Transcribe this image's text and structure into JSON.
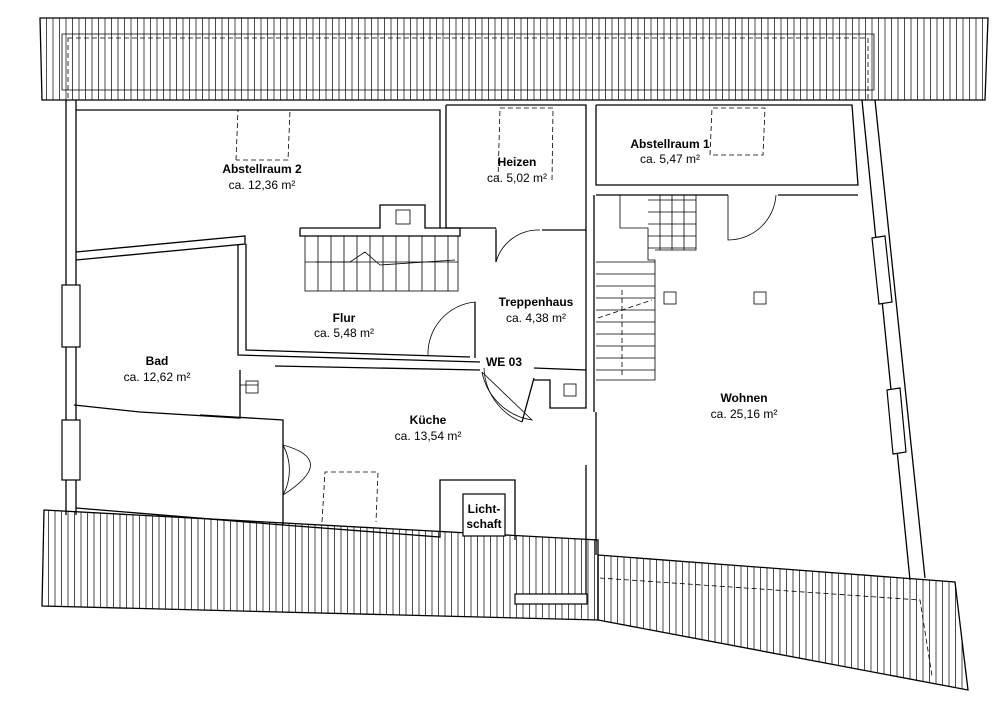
{
  "plan": {
    "unit_label": "WE 03",
    "rooms": [
      {
        "id": "abstellraum-2",
        "name": "Abstellraum 2",
        "area": "ca. 12,36 m²"
      },
      {
        "id": "heizen",
        "name": "Heizen",
        "area": "ca. 5,02 m²"
      },
      {
        "id": "abstellraum-1",
        "name": "Abstellraum 1",
        "area": "ca. 5,47 m²"
      },
      {
        "id": "treppenhaus",
        "name": "Treppenhaus",
        "area": "ca. 4,38 m²"
      },
      {
        "id": "flur",
        "name": "Flur",
        "area": "ca. 5,48 m²"
      },
      {
        "id": "bad",
        "name": "Bad",
        "area": "ca. 12,62 m²"
      },
      {
        "id": "kueche",
        "name": "Küche",
        "area": "ca. 13,54 m²"
      },
      {
        "id": "wohnen",
        "name": "Wohnen",
        "area": "ca. 25,16 m²"
      }
    ],
    "lichtschaft": {
      "line1": "Licht-",
      "line2": "schaft"
    }
  }
}
